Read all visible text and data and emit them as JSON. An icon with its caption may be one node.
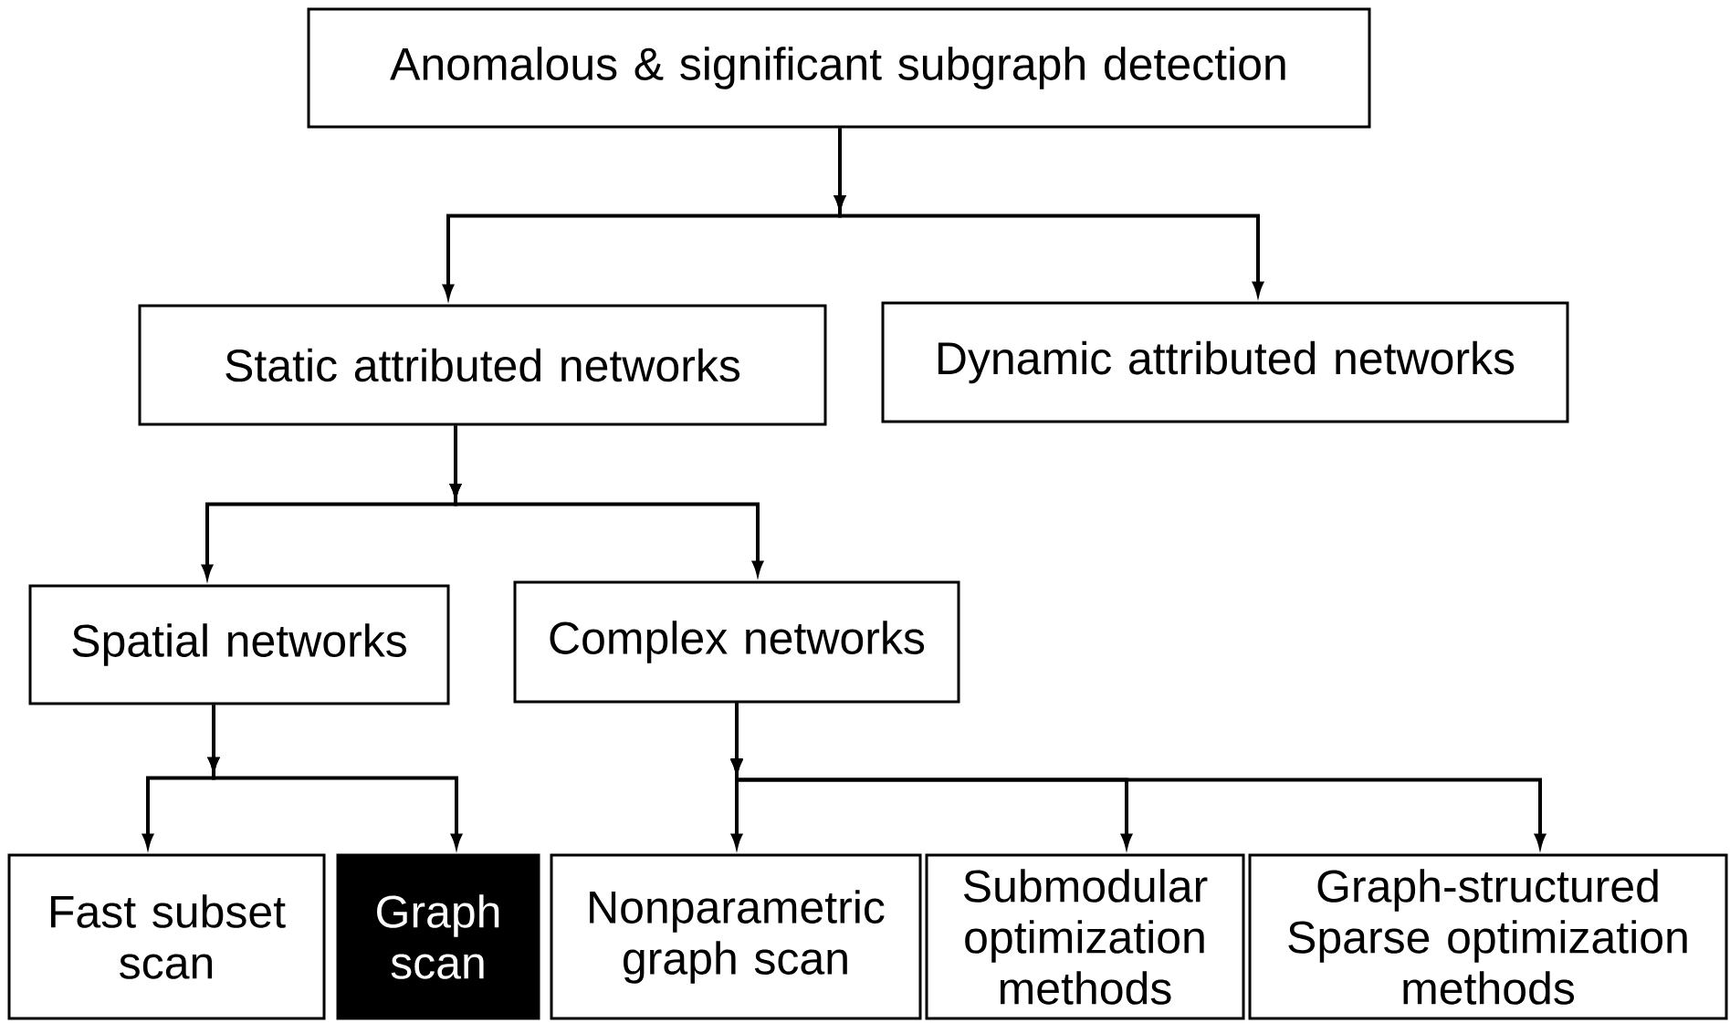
{
  "diagram": {
    "nodes": [
      {
        "text": [
          "Anomalous & significant subgraph detection"
        ]
      },
      {
        "text": [
          "Static attributed networks"
        ]
      },
      {
        "text": [
          "Dynamic attributed networks"
        ]
      },
      {
        "text": [
          "Spatial networks"
        ]
      },
      {
        "text": [
          "Complex networks"
        ]
      },
      {
        "text": [
          "Fast subset scan"
        ]
      },
      {
        "text": [
          "Graph scan"
        ]
      },
      {
        "text": [
          "Nonparametric graph scan"
        ]
      },
      {
        "text": [
          "Submodular optimization methods"
        ]
      },
      {
        "text": [
          "Graph-structured Sparse optimization methods"
        ]
      }
    ],
    "edges": [
      {
        "from": 0,
        "to": 1,
        "arrow": "to"
      },
      {
        "from": 0,
        "to": 2,
        "arrow": "to"
      },
      {
        "from": 1,
        "to": 3,
        "arrow": "to"
      },
      {
        "from": 1,
        "to": 4,
        "arrow": "to"
      },
      {
        "from": 3,
        "to": 5,
        "arrow": "to"
      },
      {
        "from": 3,
        "to": 6,
        "arrow": "to"
      },
      {
        "from": 4,
        "to": 7,
        "arrow": "to"
      },
      {
        "from": 4,
        "to": 8,
        "arrow": "to"
      },
      {
        "from": 4,
        "to": 9,
        "arrow": "to"
      }
    ]
  }
}
